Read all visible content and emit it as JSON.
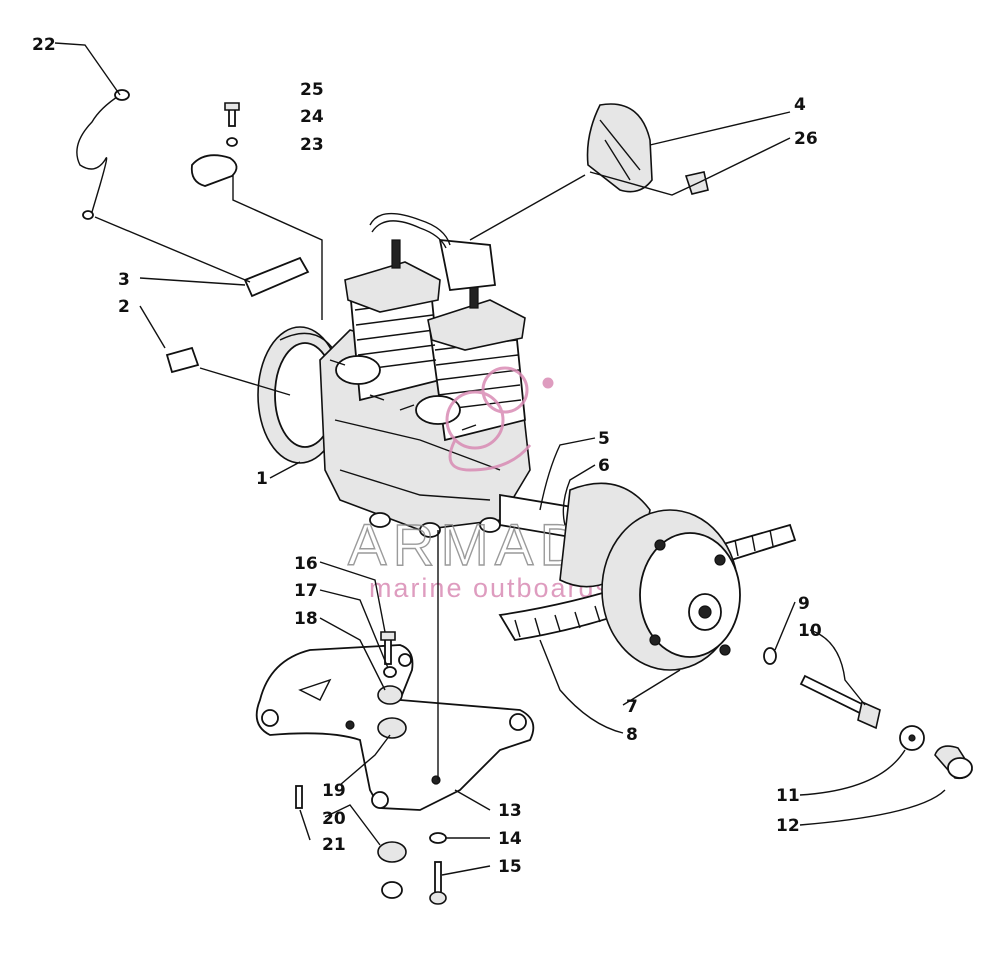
{
  "callouts": {
    "c1": "1",
    "c2": "2",
    "c3": "3",
    "c4": "4",
    "c5": "5",
    "c6": "6",
    "c7": "7",
    "c8": "8",
    "c9": "9",
    "c10": "10",
    "c11": "11",
    "c12": "12",
    "c13": "13",
    "c14": "14",
    "c15": "15",
    "c16": "16",
    "c17": "17",
    "c18": "18",
    "c19": "19",
    "c20": "20",
    "c21": "21",
    "c22": "22",
    "c23": "23",
    "c24": "24",
    "c25": "25",
    "c26": "26"
  },
  "watermark": {
    "brand": "ARMADA",
    "tagline": "marine outboards",
    "color": "#d98bb4"
  }
}
